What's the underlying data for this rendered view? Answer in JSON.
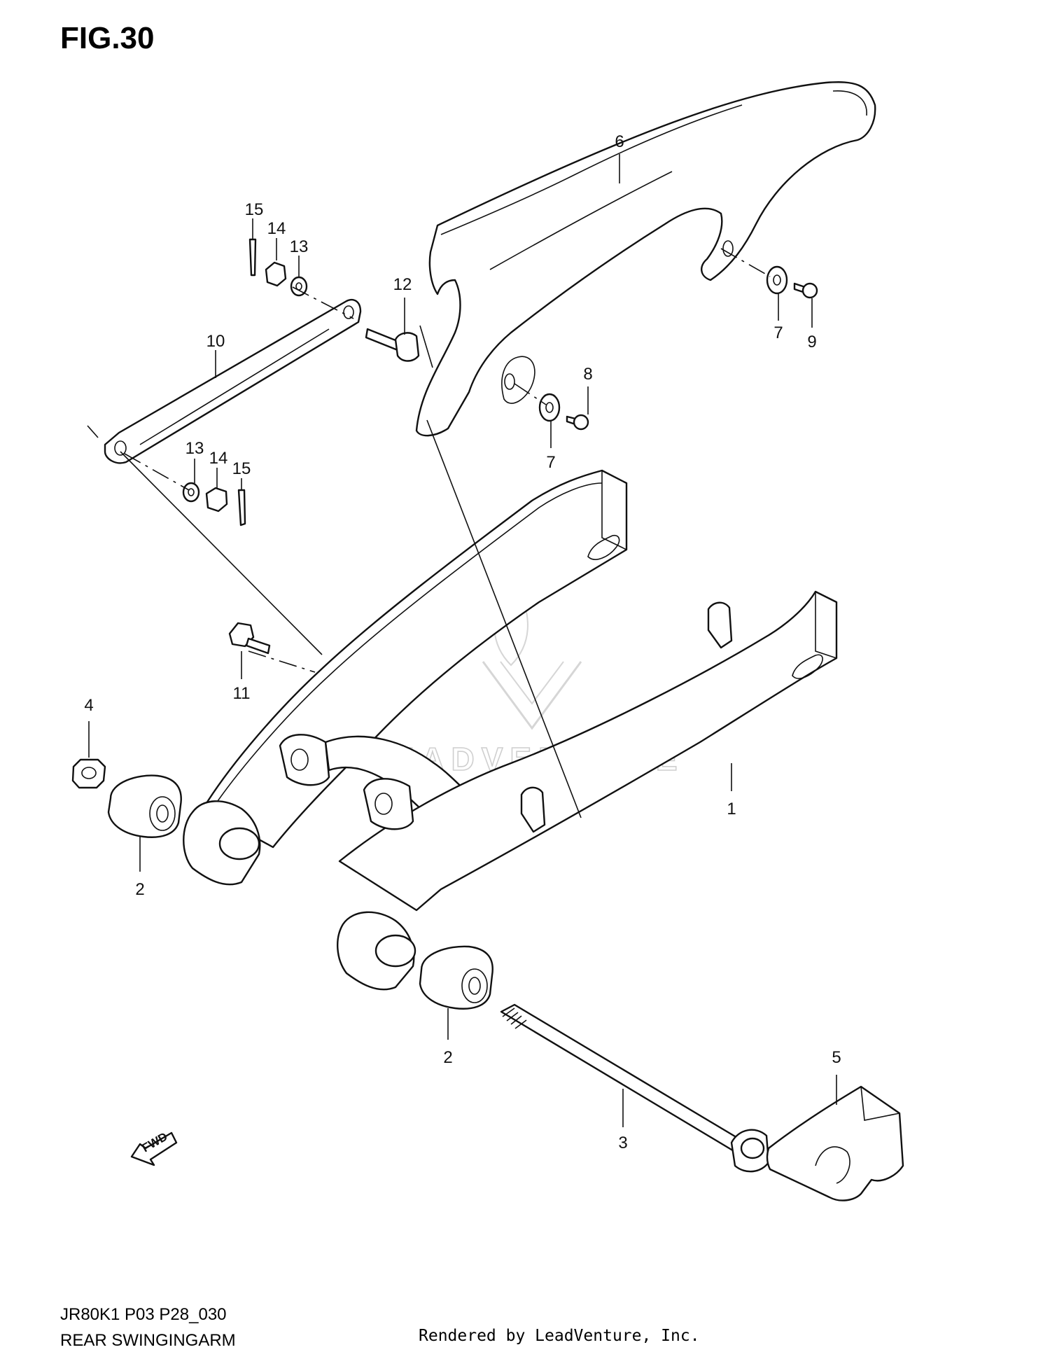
{
  "figure": {
    "title": "FIG.30",
    "code": "JR80K1 P03 P28_030",
    "caption": "REAR SWINGINGARM",
    "rendered_by": "Rendered by LeadVenture, Inc.",
    "watermark": "LEADVENTURE",
    "fwd_label": "FWD"
  },
  "callouts": [
    "1",
    "2",
    "2",
    "3",
    "4",
    "5",
    "6",
    "7",
    "7",
    "8",
    "9",
    "10",
    "11",
    "12",
    "13",
    "13",
    "14",
    "14",
    "15",
    "15"
  ],
  "colors": {
    "line": "#111111",
    "watermark": "#cfcfcf",
    "background": "#ffffff"
  }
}
